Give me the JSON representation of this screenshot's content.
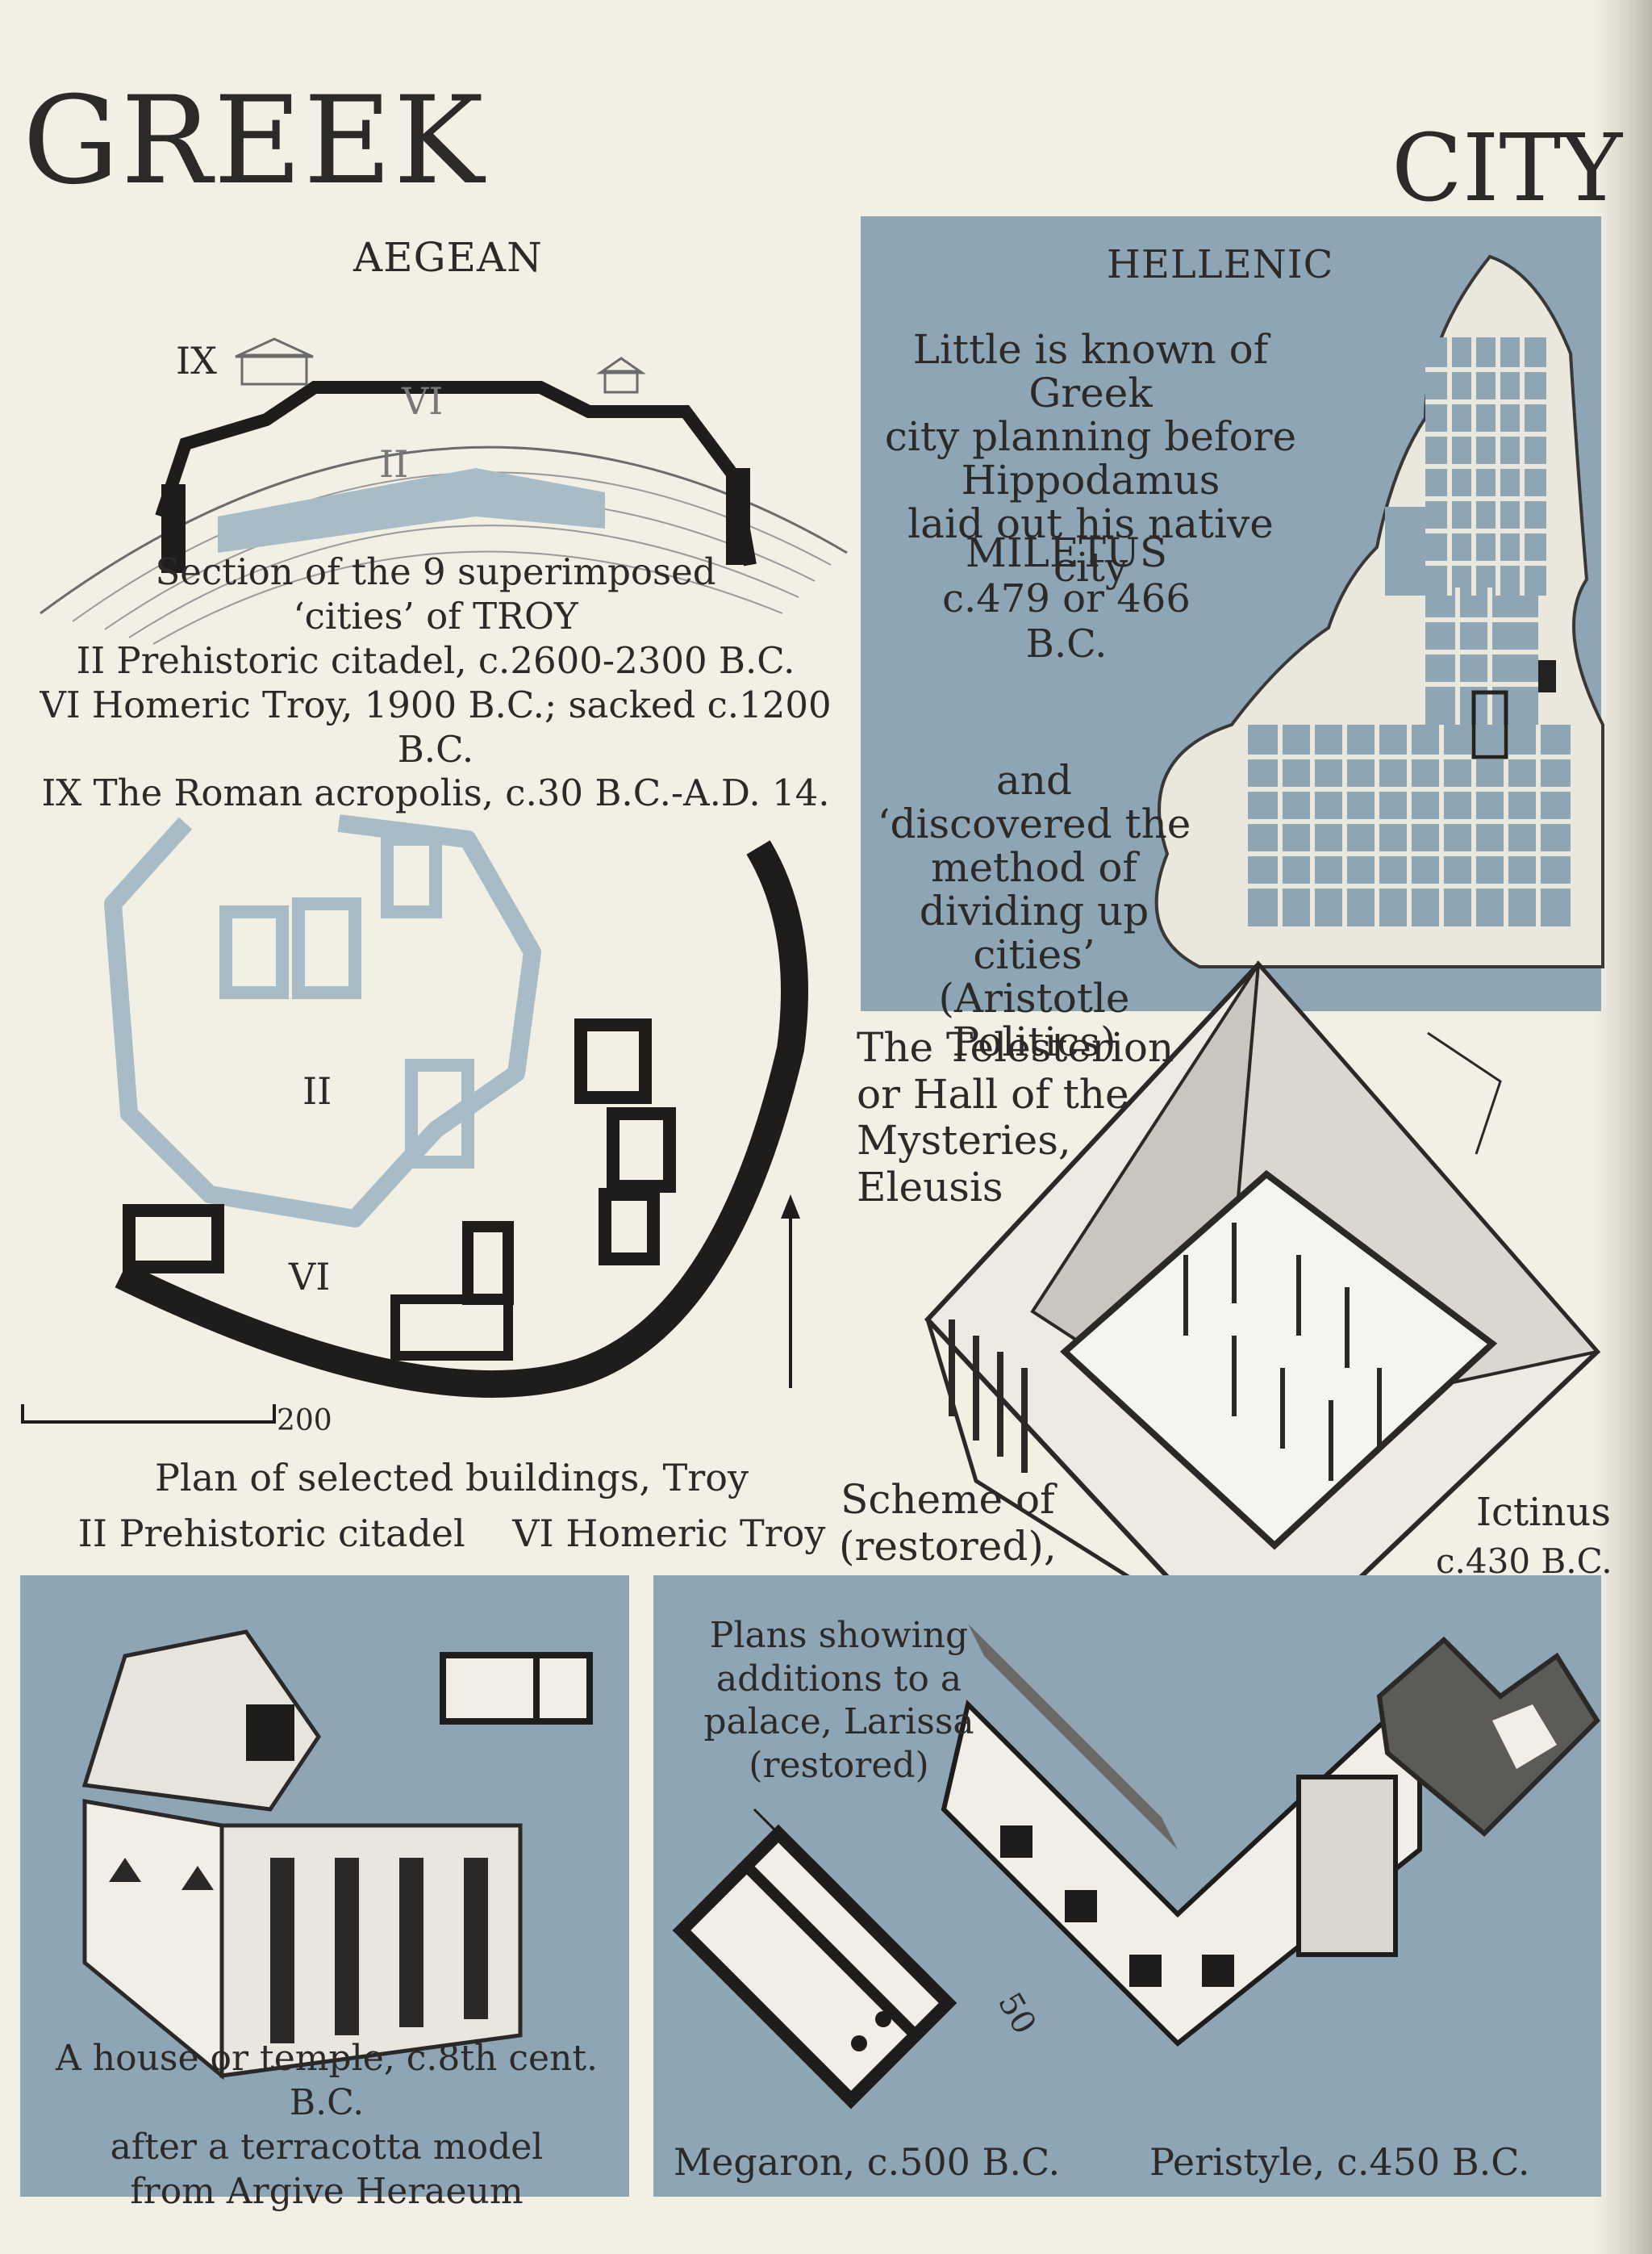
{
  "header": {
    "title_left": "GREEK",
    "title_right": "CITY"
  },
  "aegean": {
    "heading": "AEGEAN",
    "section_labels": [
      "IX",
      "VI",
      "II"
    ],
    "section_caption": [
      "Section of the 9 superimposed",
      "‘cities’ of TROY",
      "II Prehistoric citadel, c.2600-2300 B.C.",
      "VI Homeric Troy, 1900 B.C.; sacked c.1200 B.C.",
      "IX The Roman acropolis, c.30 B.C.-A.D. 14."
    ],
    "plan_labels": {
      "ii": "II",
      "vi": "VI"
    },
    "scale_label": "200",
    "plan_caption": [
      "Plan of selected buildings, Troy",
      "II Prehistoric citadel    VI Homeric Troy"
    ]
  },
  "hellenic": {
    "heading": "HELLENIC",
    "text_top": [
      "Little is known of Greek",
      "city planning before",
      "Hippodamus",
      "laid out his native city"
    ],
    "city_name": "MILETUS",
    "city_date": "c.479 or 466 B.C.",
    "text_bottom": [
      "and",
      "‘discovered the",
      "method of",
      "dividing up cities’",
      "(Aristotle Politics)"
    ]
  },
  "telesterion": {
    "caption": [
      "The Telesterion",
      "or Hall of the",
      "Mysteries,",
      "Eleusis"
    ],
    "scheme_caption": [
      "Scheme of",
      "(restored),"
    ],
    "architect": "Ictinus",
    "date": "c.430 B.C."
  },
  "house": {
    "caption": [
      "A house or temple, c.8th cent. B.C.",
      "after a terracotta model",
      "from Argive Heraeum"
    ]
  },
  "larissa": {
    "caption": [
      "Plans showing",
      "additions to a",
      "palace, Larissa",
      "(restored)"
    ],
    "scale_label": "50",
    "megaron_caption": "Megaron, c.500 B.C.",
    "peristyle_caption": "Peristyle, c.450 B.C."
  },
  "colors": {
    "panel_blue": "#8ea5b5",
    "paper": "#f2efe5",
    "ink": "#2c2a28",
    "wall_blue": "#a8bcc8"
  }
}
